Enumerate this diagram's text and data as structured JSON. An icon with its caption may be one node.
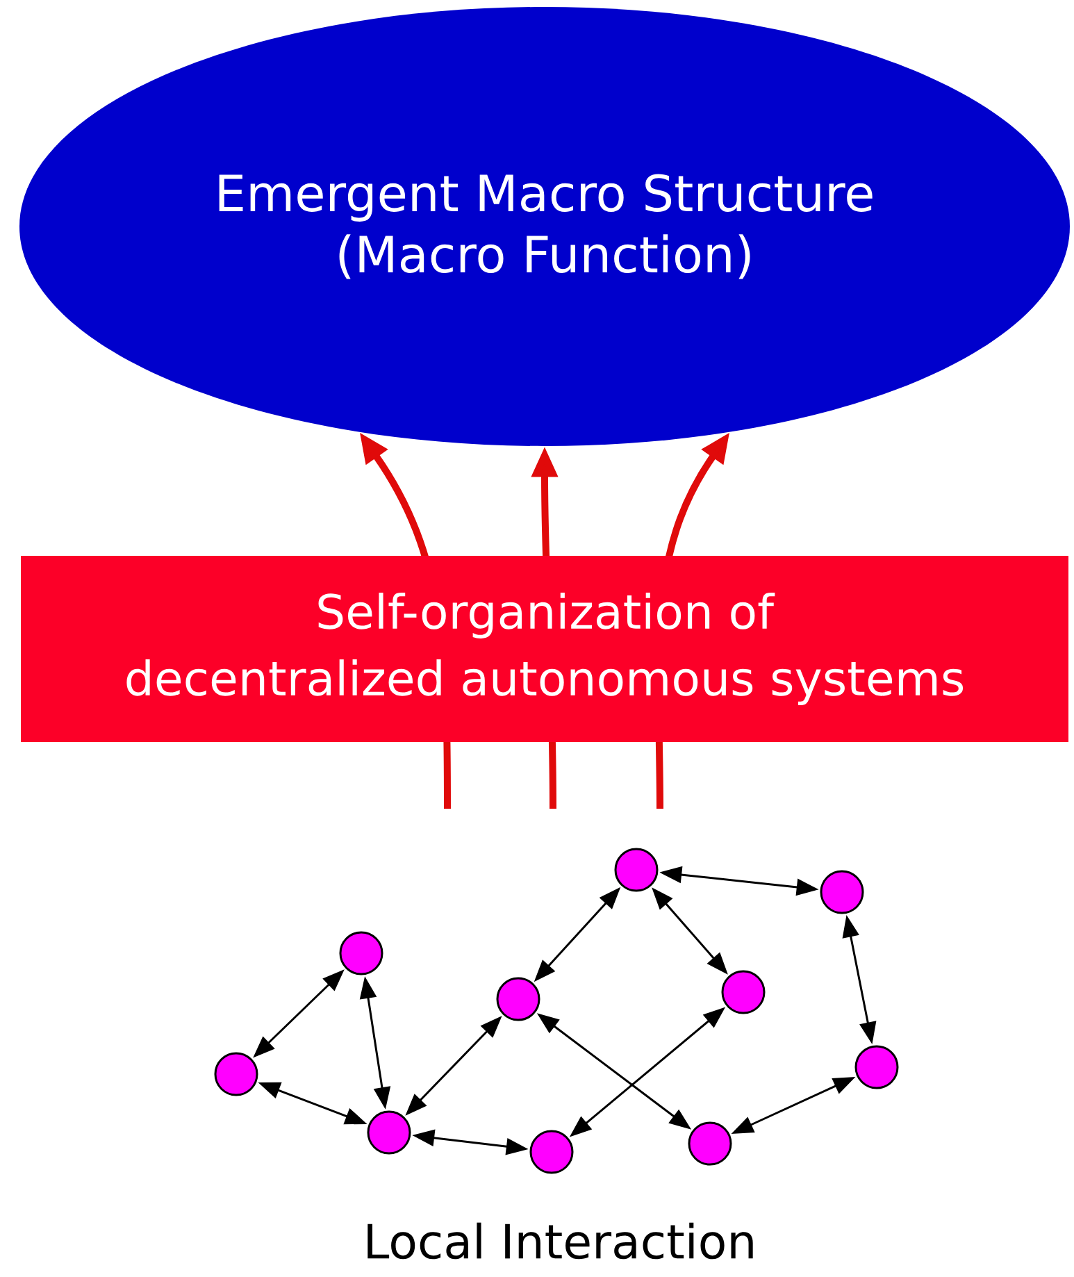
{
  "diagram": {
    "nodes": [
      {
        "text": [
          "Emergent Macro Structure",
          "(Macro Function)"
        ]
      },
      {
        "text": [
          "Self-organization of",
          "decentralized autonomous systems"
        ]
      },
      {
        "text": [],
        "shape": "circle"
      },
      {
        "text": [],
        "shape": "circle"
      },
      {
        "text": [],
        "shape": "circle"
      },
      {
        "text": [],
        "shape": "circle"
      },
      {
        "text": [],
        "shape": "circle"
      },
      {
        "text": [],
        "shape": "circle"
      },
      {
        "text": [],
        "shape": "circle"
      },
      {
        "text": [],
        "shape": "circle"
      },
      {
        "text": [],
        "shape": "circle"
      },
      {
        "text": [],
        "shape": "circle"
      }
    ],
    "edges": [
      {
        "from": null,
        "to": 0,
        "arrow": "to",
        "style": "thick",
        "color": "#e00a0a"
      },
      {
        "from": null,
        "to": 0,
        "arrow": "to",
        "style": "thick",
        "color": "#e00a0a"
      },
      {
        "from": null,
        "to": 0,
        "arrow": "to",
        "style": "thick",
        "color": "#e00a0a"
      },
      {
        "from": 3,
        "to": 2,
        "arrow": "both"
      },
      {
        "from": 3,
        "to": 4,
        "arrow": "both"
      },
      {
        "from": 2,
        "to": 4,
        "arrow": "both"
      },
      {
        "from": 4,
        "to": 5,
        "arrow": "both"
      },
      {
        "from": 4,
        "to": 6,
        "arrow": "both"
      },
      {
        "from": 5,
        "to": 7,
        "arrow": "both"
      },
      {
        "from": 7,
        "to": 9,
        "arrow": "both"
      },
      {
        "from": 7,
        "to": 10,
        "arrow": "both"
      },
      {
        "from": 10,
        "to": 11,
        "arrow": "both"
      },
      {
        "from": 11,
        "to": 8,
        "arrow": "both"
      },
      {
        "from": 5,
        "to": 8,
        "arrow": "both"
      },
      {
        "from": 9,
        "to": 6,
        "arrow": "both"
      }
    ],
    "labels": [
      "Local Interaction"
    ]
  }
}
